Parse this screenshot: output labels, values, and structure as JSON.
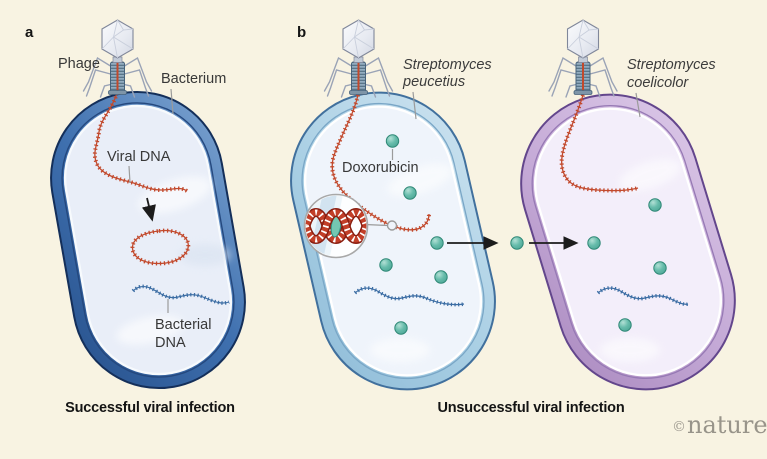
{
  "panel_a": {
    "marker": "a",
    "labels": {
      "phage": "Phage",
      "bacterium": "Bacterium",
      "viral_dna": "Viral DNA",
      "bacterial_dna_1": "Bacterial",
      "bacterial_dna_2": "DNA"
    },
    "caption": "Successful viral infection"
  },
  "panel_b": {
    "marker": "b",
    "labels": {
      "species_left_1": "Streptomyces",
      "species_left_2": "peucetius",
      "doxorubicin": "Doxorubicin",
      "species_right_1": "Streptomyces",
      "species_right_2": "coelicolor"
    },
    "caption": "Unsuccessful viral infection",
    "doxorubicin_dots_left_cell": 6,
    "doxorubicin_dots_between_cells": 1,
    "doxorubicin_dots_right_cell": 4
  },
  "credit": {
    "copyright_symbol": "©",
    "brand": "nature"
  },
  "colors": {
    "background": "#f8f3e2",
    "cell_a_membrane": "#3f70af",
    "cell_peucetius_membrane": "#a9cfe4",
    "cell_coelicolor_membrane": "#c4a9d6",
    "viral_dna": "#c2492c",
    "bacterial_dna": "#3a6ca3",
    "doxorubicin_dot": "#5ab5a4"
  }
}
